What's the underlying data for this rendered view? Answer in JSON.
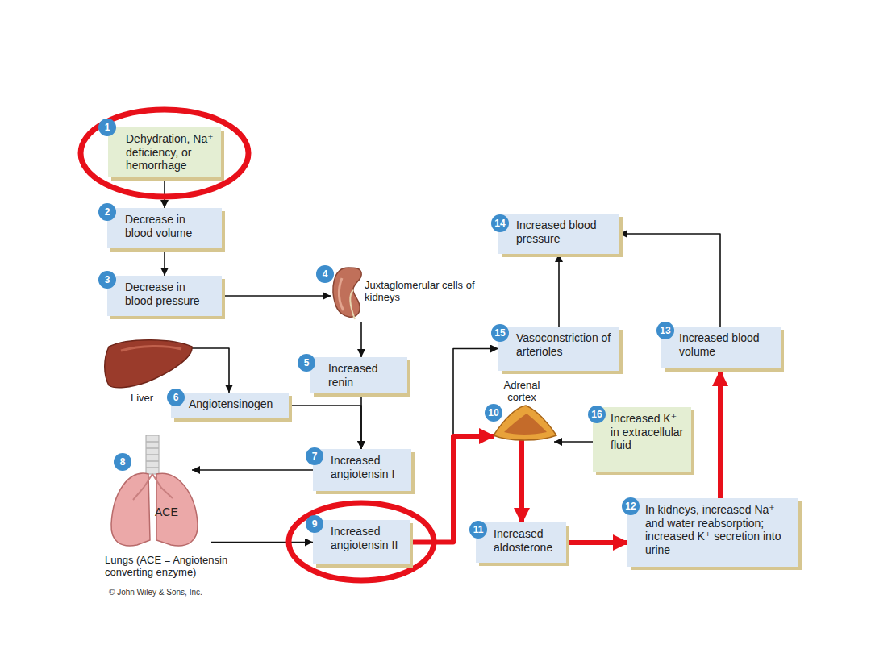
{
  "diagram": {
    "nodes": [
      {
        "text": [
          "Dehydration, Na⁺ deficiency, or hemorrhage"
        ]
      },
      {
        "text": [
          "Decrease in blood volume"
        ]
      },
      {
        "text": [
          "Decrease in blood pressure"
        ]
      },
      {
        "text": [
          "Juxtaglomerular cells of kidneys"
        ]
      },
      {
        "text": [
          "Increased renin"
        ]
      },
      {
        "text": [
          "Liver"
        ]
      },
      {
        "text": [
          "Angiotensinogen"
        ]
      },
      {
        "text": [
          "Increased angiotensin I"
        ]
      },
      {
        "text": [
          "ACE",
          "Lungs (ACE = Angiotensin converting enzyme)"
        ]
      },
      {
        "text": [
          "Increased angiotensin II"
        ]
      },
      {
        "text": [
          "Vasoconstriction of arterioles"
        ]
      },
      {
        "text": [
          "Increased blood pressure"
        ]
      },
      {
        "text": [
          "Adrenal cortex"
        ]
      },
      {
        "text": [
          "Increased aldosterone"
        ]
      },
      {
        "text": [
          "In kidneys, increased Na⁺ and water reabsorption; increased K⁺ secretion into urine"
        ]
      },
      {
        "text": [
          "Increased blood volume"
        ]
      },
      {
        "text": [
          "Increased K⁺ in extracellular fluid"
        ]
      }
    ],
    "edges": [
      {
        "from": 0,
        "to": 1,
        "arrow": "to"
      },
      {
        "from": 1,
        "to": 2,
        "arrow": "to"
      },
      {
        "from": 2,
        "to": 3,
        "arrow": "to"
      },
      {
        "from": 3,
        "to": 4,
        "arrow": "to"
      },
      {
        "from": 5,
        "to": 6,
        "arrow": "to"
      },
      {
        "from": 6,
        "to": 7,
        "arrow": "to"
      },
      {
        "from": 4,
        "to": 7,
        "arrow": "to"
      },
      {
        "from": 7,
        "to": 8,
        "arrow": "to"
      },
      {
        "from": 8,
        "to": 9,
        "arrow": "to"
      },
      {
        "from": 9,
        "to": 10,
        "arrow": "to"
      },
      {
        "from": 9,
        "to": 12,
        "arrow": "to"
      },
      {
        "from": 10,
        "to": 11,
        "arrow": "to"
      },
      {
        "from": 12,
        "to": 13,
        "arrow": "to"
      },
      {
        "from": 13,
        "to": 14,
        "arrow": "to"
      },
      {
        "from": 14,
        "to": 15,
        "arrow": "to"
      },
      {
        "from": 15,
        "to": 11,
        "arrow": "to"
      },
      {
        "from": 16,
        "to": 12,
        "arrow": "to"
      }
    ],
    "labels": [
      "1",
      "2",
      "3",
      "4",
      "5",
      "6",
      "7",
      "8",
      "9",
      "10",
      "11",
      "12",
      "13",
      "14",
      "15",
      "16",
      "© John Wiley & Sons, Inc."
    ]
  }
}
